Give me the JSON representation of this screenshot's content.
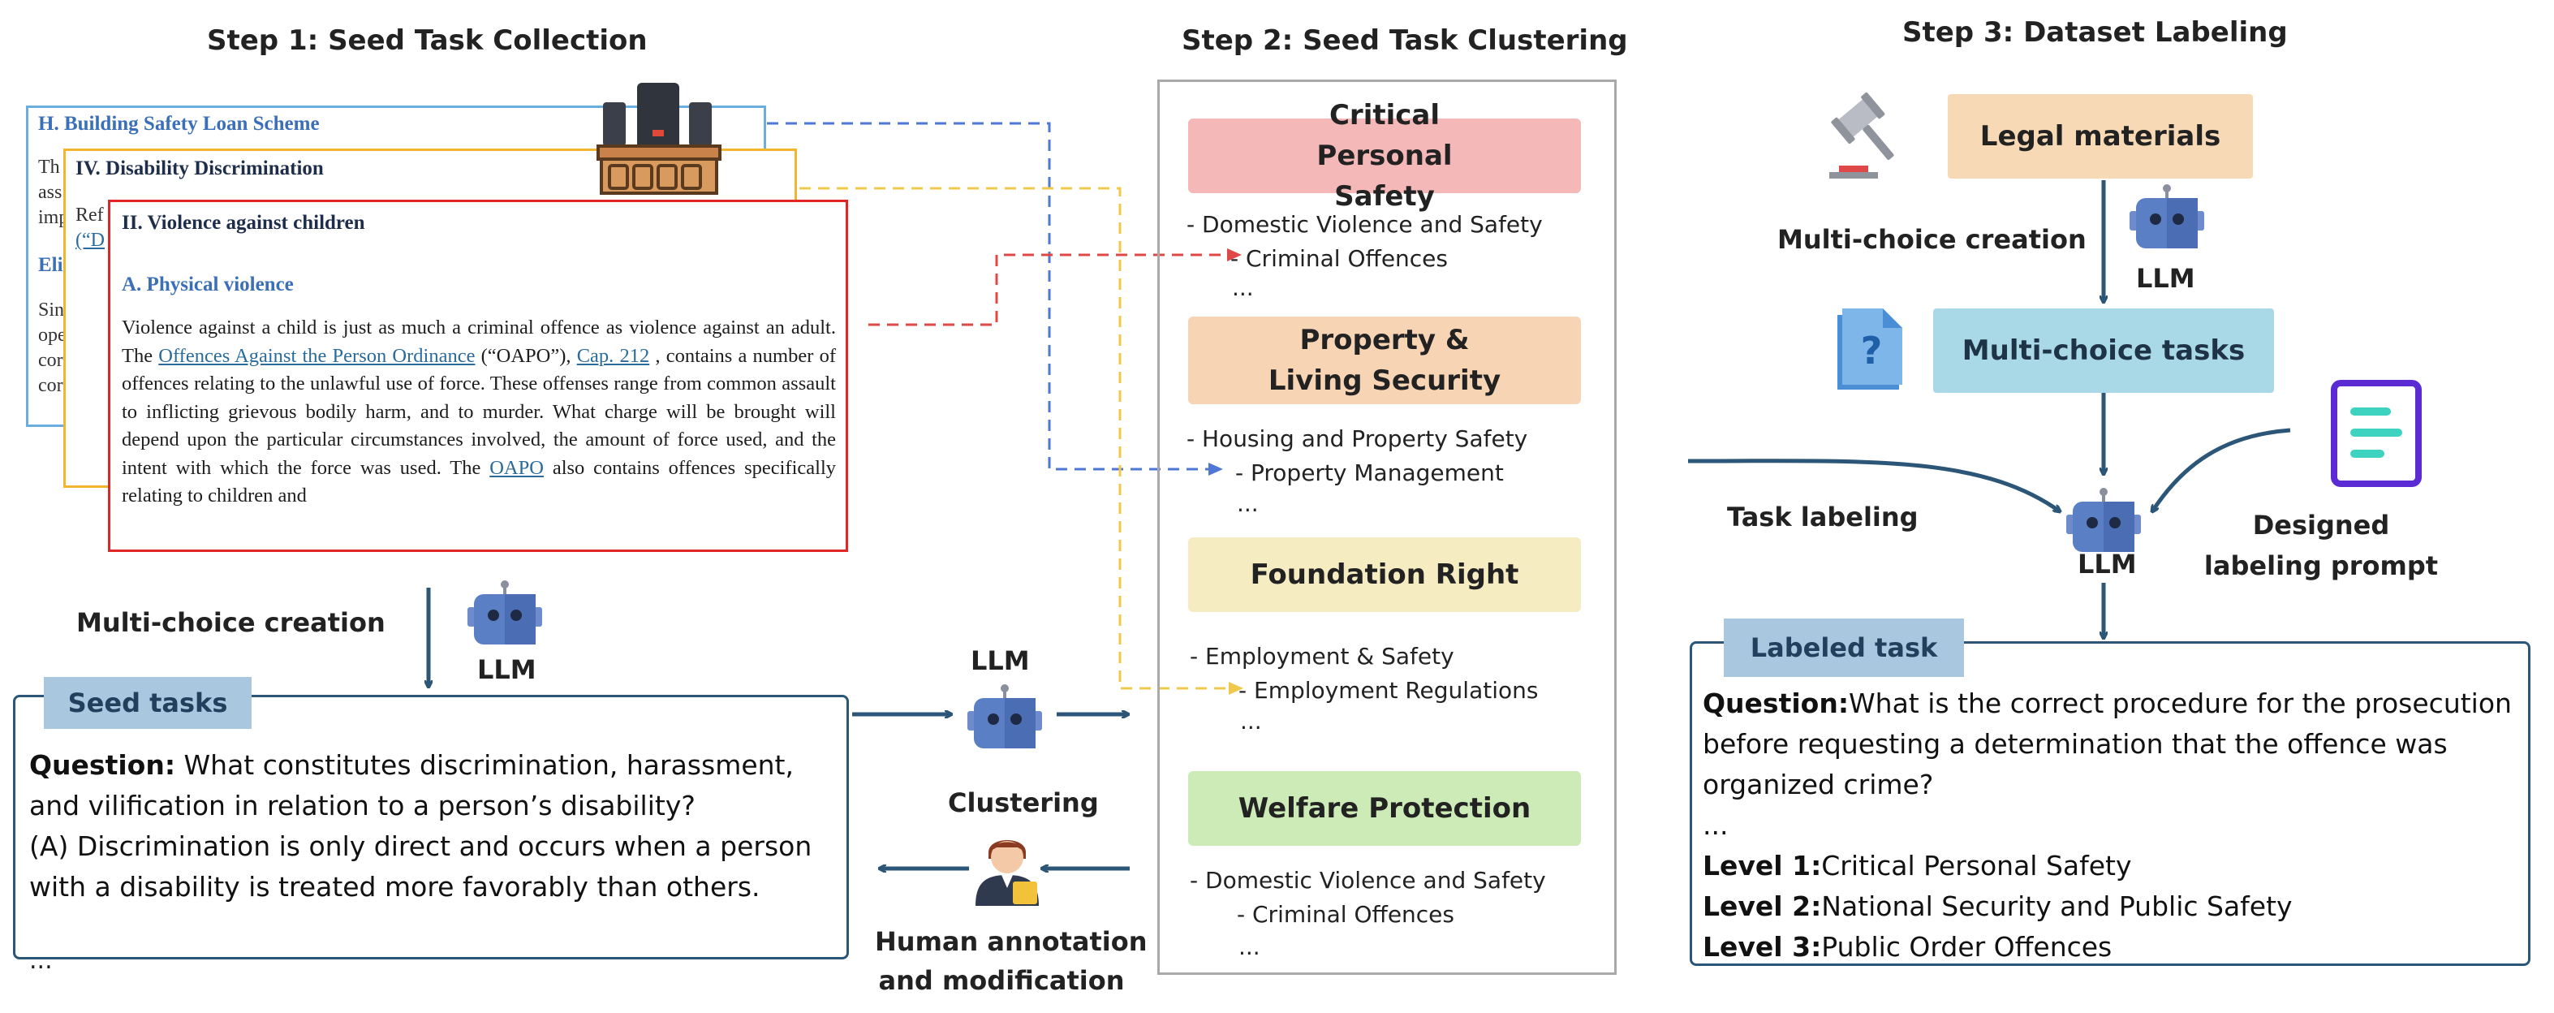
{
  "step1": {
    "title": "Step 1: Seed Task Collection",
    "doc1": {
      "heading": "H. Building Safety Loan Scheme",
      "stub": [
        "Th",
        "ass",
        "imp"
      ],
      "stub2": "Eli",
      "stub3": [
        "Sin",
        "ope",
        "cor",
        "cor"
      ]
    },
    "doc2": {
      "heading": "IV. Disability Discrimination",
      "stub": [
        "Ref",
        "(“D"
      ]
    },
    "doc3": {
      "heading": "II. Violence against children",
      "subheading": "A. Physical violence",
      "p1": "Violence against a child is just as much a criminal offence as violence against an adult. The ",
      "link1": "Offences Against the Person Ordinance",
      "p2": " (“OAPO”), ",
      "link2": "Cap. 212",
      "p3": " , contains a number of offences relating to the unlawful use of force. These offenses range from common assault to inflicting grievous bodily harm, and to murder. What charge will be brought will depend upon the particular circumstances involved, the amount of force used, and the intent with which the force was used. The ",
      "link3": "OAPO",
      "p4": " also contains offences specifically relating to children and"
    },
    "multi_choice_label": "Multi-choice creation",
    "llm_label": "LLM",
    "seed_tasks": {
      "tag": "Seed tasks",
      "question_label": "Question:",
      "question": " What constitutes discrimination, harassment, and vilification in relation to a person’s disability?",
      "option_a": "(A) Discrimination is only direct and occurs when a person with a disability is treated more favorably than others.",
      "ellipsis": "..."
    },
    "center": {
      "llm_label": "LLM",
      "clustering_label": "Clustering",
      "human_label_1": "Human annotation",
      "human_label_2": "and modification"
    }
  },
  "step2": {
    "title": "Step 2: Seed Task Clustering",
    "categories": [
      {
        "label": "Critical Personal Safety",
        "color": "#f5b8b8",
        "sub1": "- Domestic Violence and Safety",
        "sub2": "- Criminal Offences",
        "more": "..."
      },
      {
        "label": "Property & Living Security",
        "color": "#f7d4b4",
        "sub1": "- Housing and Property Safety",
        "sub2": "- Property Management",
        "more": "..."
      },
      {
        "label": "Foundation Right",
        "color": "#f6ecc2",
        "sub1": "- Employment & Safety",
        "sub2": "- Employment Regulations",
        "more": "..."
      },
      {
        "label": "Welfare Protection",
        "color": "#cdebb6",
        "sub1": "- Domestic Violence and Safety",
        "sub2": "- Criminal Offences",
        "more": "..."
      }
    ]
  },
  "step3": {
    "title": "Step 3: Dataset Labeling",
    "legal_materials": "Legal materials",
    "multi_choice_creation": "Multi-choice creation",
    "llm_label": "LLM",
    "multi_choice_tasks": "Multi-choice tasks",
    "task_labeling": "Task labeling",
    "llm_label_2": "LLM",
    "designed_prompt_1": "Designed",
    "designed_prompt_2": "labeling prompt",
    "labeled_task": {
      "tag": "Labeled task",
      "question_label": "Question:",
      "question": "What is the correct procedure for the prosecution before requesting a determination that the offence was organized crime?",
      "ellipsis": "...",
      "levels": [
        {
          "label": "Level 1:",
          "value": "Critical Personal Safety"
        },
        {
          "label": "Level 2:",
          "value": "National Security and Public Safety"
        },
        {
          "label": "Level 3:",
          "value": "Public Order Offences"
        }
      ]
    }
  },
  "colors": {
    "arrow": "#2c5677",
    "blue_dash": "#4f77d6",
    "yellow_dash": "#f0c84c",
    "red_dash": "#e04848",
    "doc1_border": "#6aaee0",
    "doc2_border": "#f2b52e",
    "doc3_border": "#e22626",
    "tag_bg": "#a9c7de",
    "box_border": "#2c5677",
    "multichoice_bg": "#a9d8e6",
    "legal_bg": "#f7d9b6"
  }
}
